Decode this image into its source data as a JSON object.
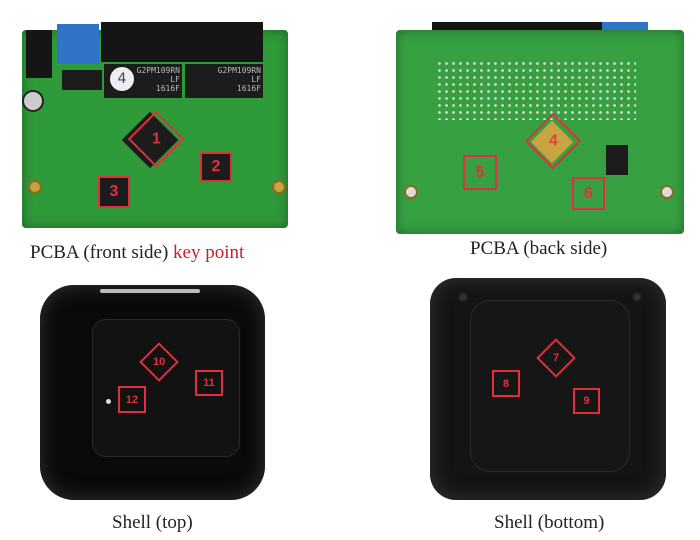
{
  "panels": [
    {
      "id": "pcba-front",
      "caption": "PCBA (front side)",
      "caption_highlight": "key point",
      "chip_labels": [
        "G2PM109RN",
        "LF",
        "1616F",
        "G2PM109RN",
        "LF",
        "1616F"
      ],
      "sticker": "4",
      "markers": [
        "1",
        "2",
        "3"
      ]
    },
    {
      "id": "pcba-back",
      "caption": "PCBA (back side)",
      "markers": [
        "4",
        "5",
        "6"
      ]
    },
    {
      "id": "shell-top",
      "caption": "Shell (top)",
      "markers": [
        "10",
        "11",
        "12"
      ]
    },
    {
      "id": "shell-bottom",
      "caption": "Shell (bottom)",
      "markers": [
        "7",
        "8",
        "9"
      ]
    }
  ],
  "colors": {
    "marker": "#e0303c",
    "highlight": "#d21d1d",
    "pcb": "#2f9a3a"
  }
}
